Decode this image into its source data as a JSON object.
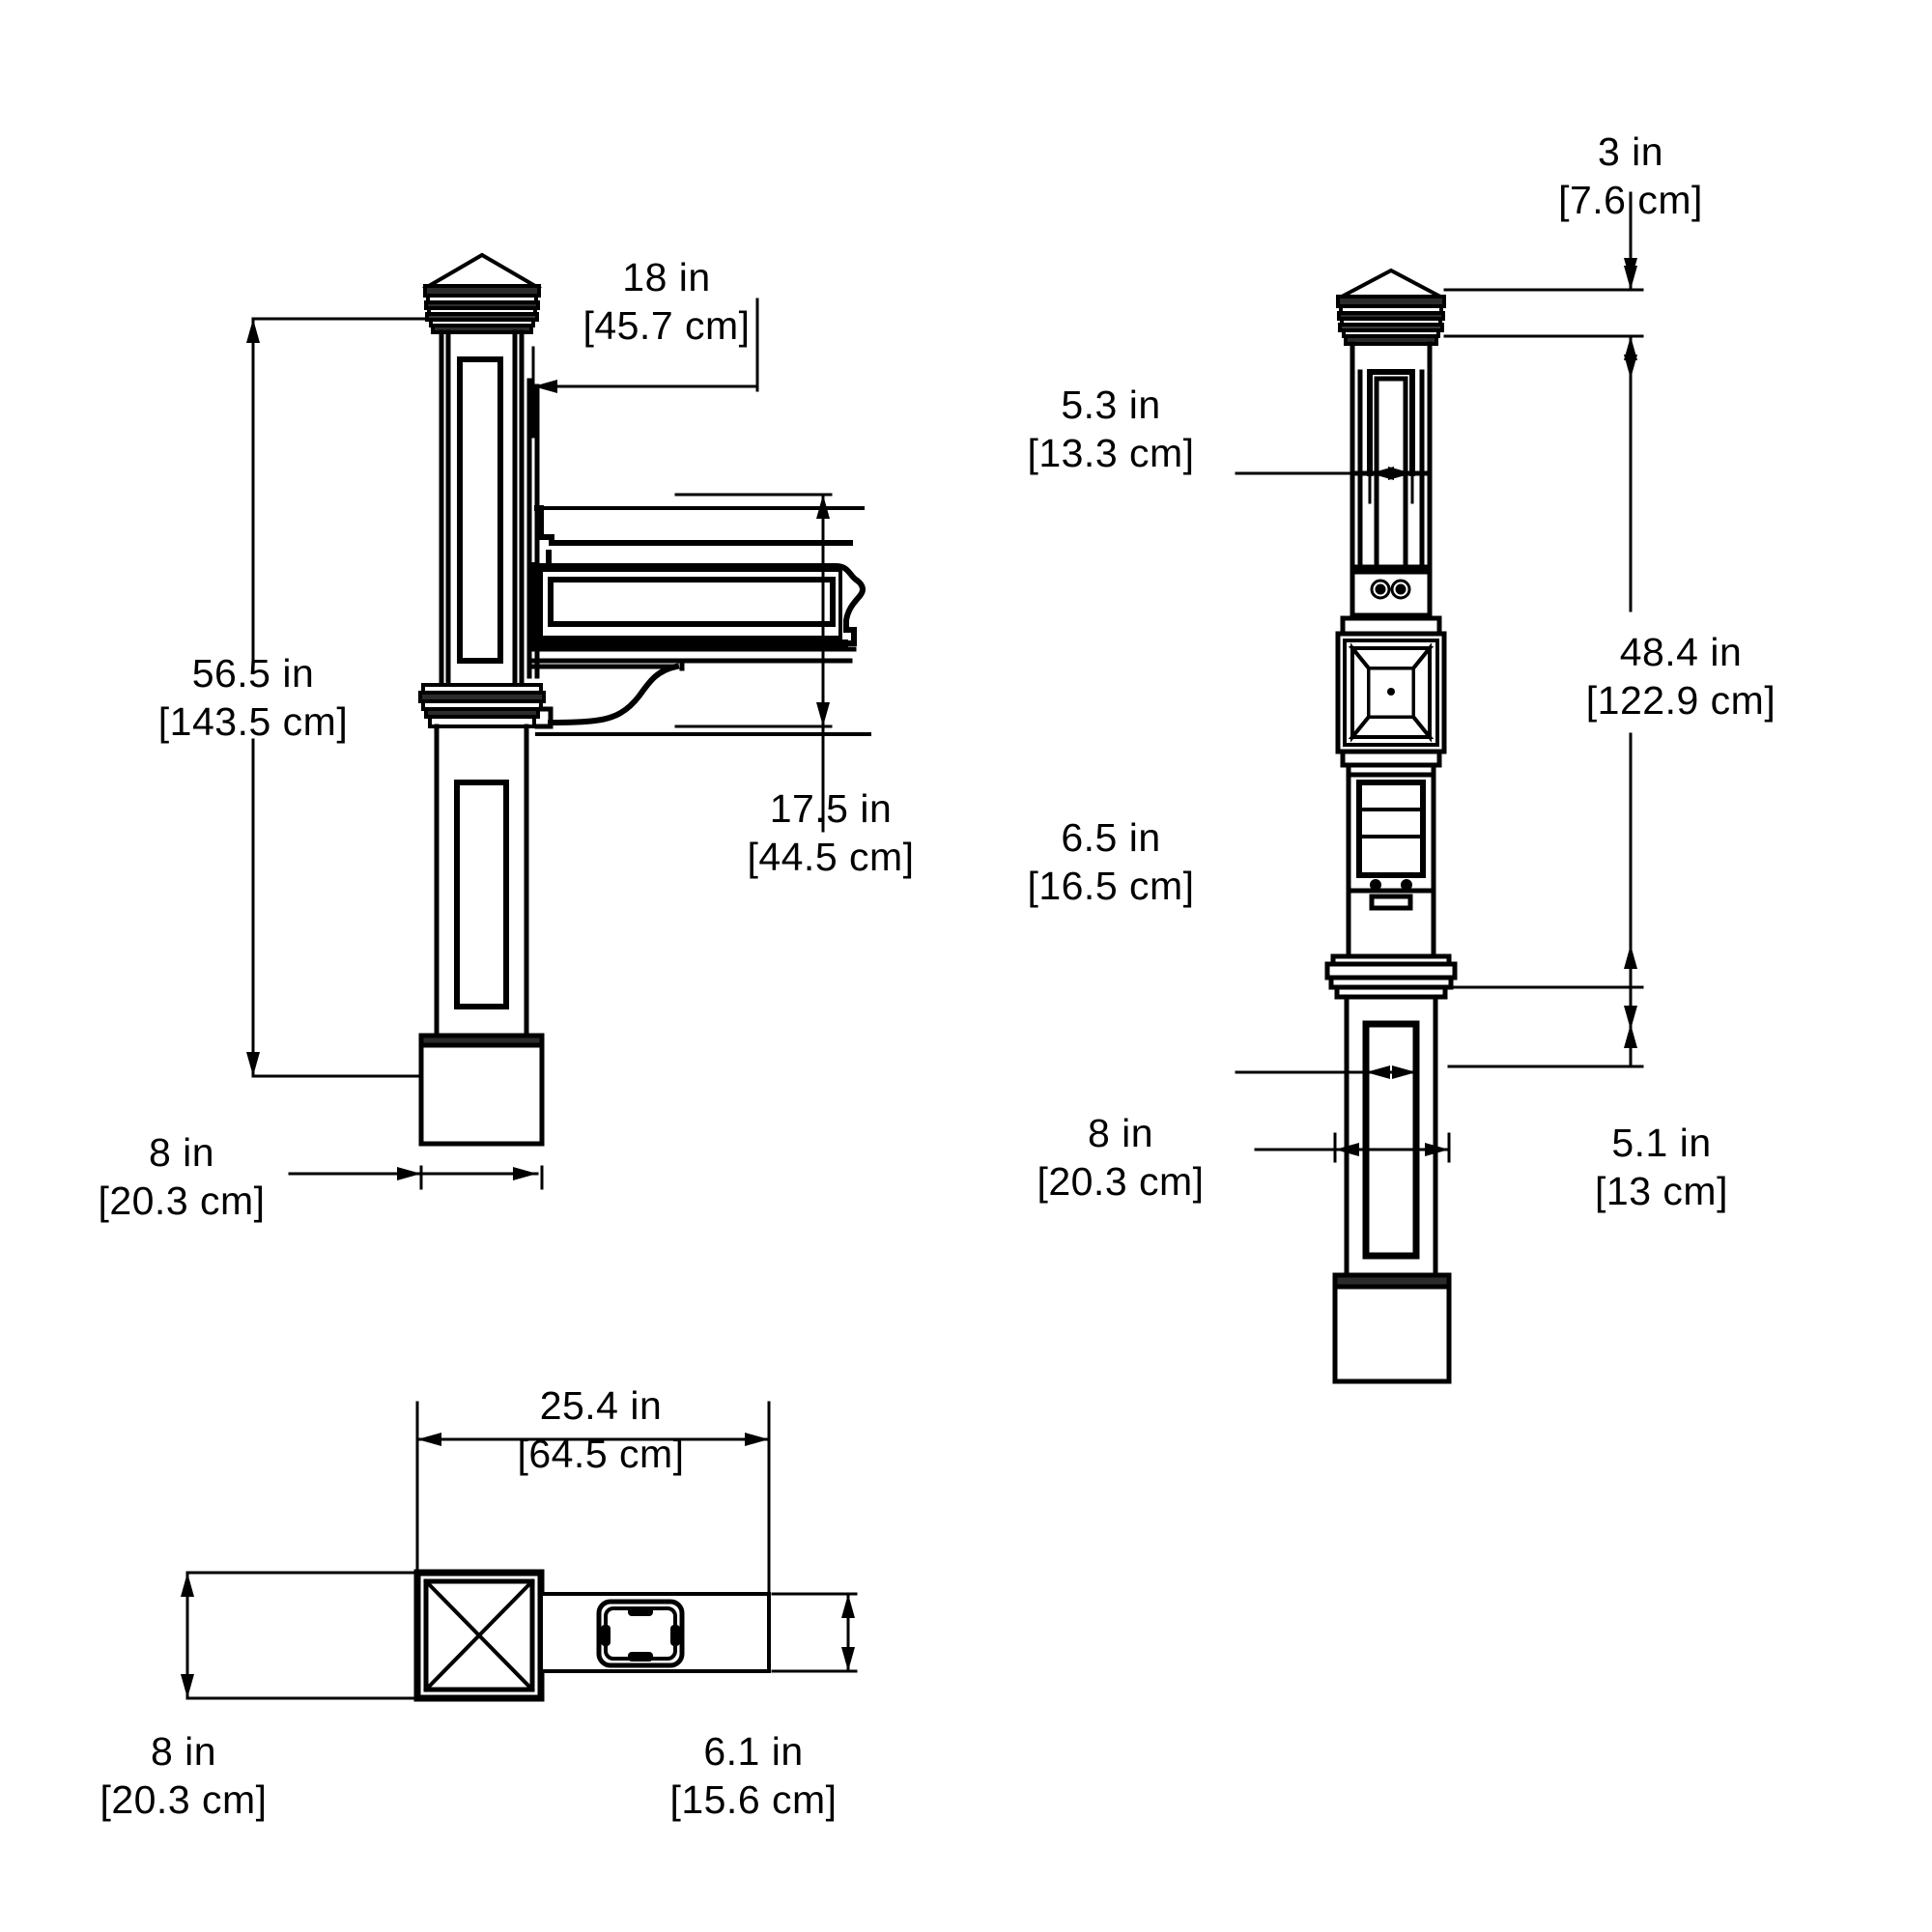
{
  "drawing": {
    "title": "Mailbox post dimensioned drawing",
    "line_color": "#000000",
    "background_color": "#ffffff",
    "views": [
      {
        "name": "side-elevation-view",
        "position": "top-left"
      },
      {
        "name": "front-elevation-view",
        "position": "top-right"
      },
      {
        "name": "top-plan-view",
        "position": "bottom-left"
      }
    ]
  },
  "dimensions": {
    "post_width_top_left": {
      "inches": "18 in",
      "centimeters": "[45.7 cm]",
      "name": "arm-projection"
    },
    "overall_height": {
      "inches": "56.5 in",
      "centimeters": "[143.5 cm]",
      "name": "overall-height"
    },
    "arm_height": {
      "inches": "17.5 in",
      "centimeters": "[44.5 cm]",
      "name": "arm-height"
    },
    "post_base_width_left": {
      "inches": "8 in",
      "centimeters": "[20.3 cm]",
      "name": "base-width-left"
    },
    "cap_height": {
      "inches": "3 in",
      "centimeters": "[7.6 cm]",
      "name": "cap-height"
    },
    "upper_opening_width": {
      "inches": "5.3 in",
      "centimeters": "[13.3 cm]",
      "name": "upper-opening-width"
    },
    "body_height": {
      "inches": "48.4 in",
      "centimeters": "[122.9 cm]",
      "name": "body-height"
    },
    "lower_panel_width": {
      "inches": "6.5 in",
      "centimeters": "[16.5 cm]",
      "name": "lower-panel-width"
    },
    "post_base_width_right": {
      "inches": "8 in",
      "centimeters": "[20.3 cm]",
      "name": "base-width-right"
    },
    "base_height": {
      "inches": "5.1 in",
      "centimeters": "[13 cm]",
      "name": "base-height"
    },
    "plan_overall_length": {
      "inches": "25.4 in",
      "centimeters": "[64.5 cm]",
      "name": "plan-length"
    },
    "plan_post_depth": {
      "inches": "8 in",
      "centimeters": "[20.3 cm]",
      "name": "plan-post-depth"
    },
    "plan_arm_depth": {
      "inches": "6.1 in",
      "centimeters": "[15.6 cm]",
      "name": "plan-arm-depth"
    }
  }
}
